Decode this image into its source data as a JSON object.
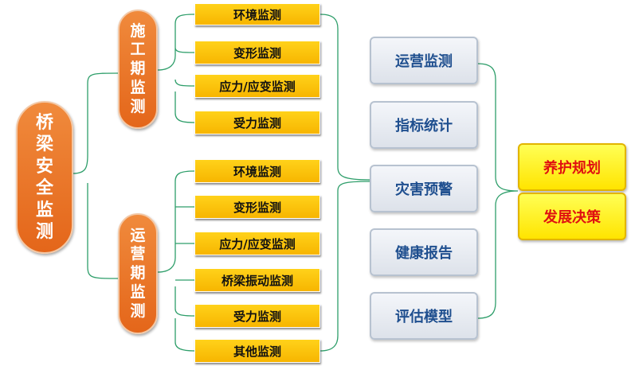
{
  "root": {
    "label": "桥\n梁\n安\n全\n监\n测"
  },
  "phases": [
    {
      "label": "施\n工\n期\n监\n测"
    },
    {
      "label": "运\n营\n期\n监\n测"
    }
  ],
  "construction_items": [
    "环境监测",
    "变形监测",
    "应力/应变监测",
    "受力监测"
  ],
  "operation_items": [
    "环境监测",
    "变形监测",
    "应力/应变监测",
    "桥梁振动监测",
    "受力监测",
    "其他监测"
  ],
  "functions": [
    "运营监测",
    "指标统计",
    "灾害预警",
    "健康报告",
    "评估模型"
  ],
  "outcomes": [
    "养护规划",
    "发展决策"
  ],
  "colors": {
    "connector": "#2e9e6a",
    "orange": "#e4661a",
    "yellow": "#f7b500",
    "outcome_text": "#e01010",
    "function_text": "#1f4f8f"
  }
}
